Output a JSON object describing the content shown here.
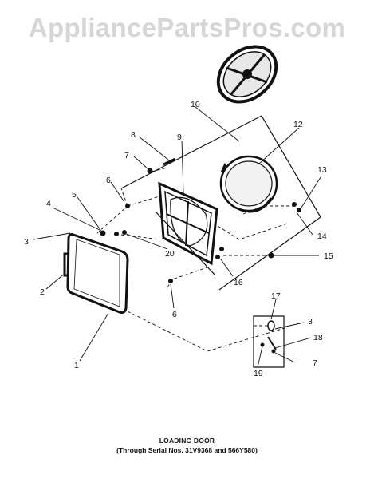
{
  "watermark": "AppliancePartsPros.com",
  "caption": {
    "title": "LOADING DOOR",
    "subtitle": "(Through Serial Nos. 31V9368 and 566Y580)"
  },
  "callouts": [
    "1",
    "2",
    "3",
    "4",
    "5",
    "6",
    "7",
    "8",
    "9",
    "10",
    "12",
    "13",
    "14",
    "15",
    "16",
    "20",
    "6",
    "17",
    "3",
    "18",
    "19",
    "7"
  ]
}
